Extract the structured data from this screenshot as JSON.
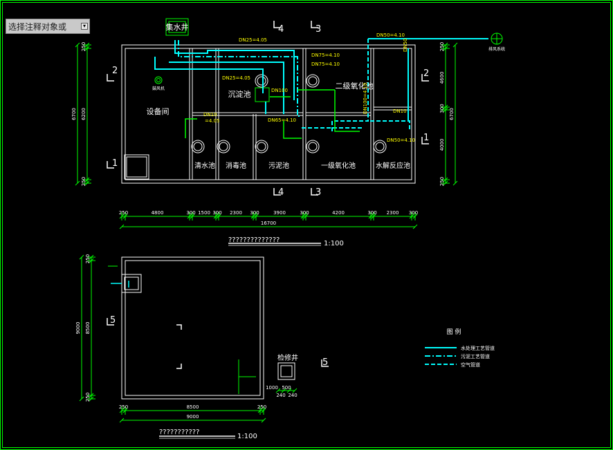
{
  "annotation_scale": {
    "label": "选择注释对象或",
    "dropdown_symbol": "▾"
  },
  "plan": {
    "well_top": "集水井",
    "rooms": {
      "equipment": "设备间",
      "sediment": "沉淀池",
      "secondary_oxidation": "二级氧化池",
      "clear_water": "清水池",
      "disinfection": "消毒池",
      "sludge": "污泥池",
      "primary_oxidation": "一级氧化池",
      "hydrolysis": "水解反应池"
    },
    "pipe_labels": {
      "dn25_top": "DN25=4.05",
      "dn50_top": "DN50=4.10",
      "dn75_a": "DN75=4.10",
      "dn75_b": "DN75=4.10",
      "dn25_mid": "DN25=4.05",
      "dn10_left": "DN10",
      "dn10_left_b": "=4.05",
      "dn65": "DN65=4.10",
      "dn100": "DN100=4.10",
      "dn50_right": "DN50=4.10",
      "dn10_right": "DN10",
      "dn50_top_right": "DN50",
      "dn100_vertical": "DN100"
    },
    "blower_label": "鼓风机",
    "right_circle_label": "排风系统",
    "dims_bottom": [
      "250",
      "4800",
      "300",
      "1500",
      "300",
      "2300",
      "300",
      "3900",
      "300",
      "4200",
      "300",
      "2300",
      "300"
    ],
    "dims_bottom_total": "16700",
    "dims_left": [
      "250",
      "6200",
      "250"
    ],
    "dims_left_total": "6700",
    "dims_right": [
      "250",
      "4600",
      "300",
      "4000",
      "250"
    ],
    "dims_right_total": "6700",
    "section_marks": {
      "n1": "1",
      "n2": "2",
      "n3": "3",
      "n4": "4",
      "n5": "5"
    },
    "title": "??????????????",
    "scale": "1:100"
  },
  "plan2": {
    "dims_left": [
      "250",
      "8500",
      "250"
    ],
    "dims_left_total": "9000",
    "dims_bottom": [
      "250",
      "8500",
      "250"
    ],
    "dims_bottom_total": "9000",
    "small_well_label": "检修井",
    "small_dims": [
      "1000",
      "240",
      "500",
      "240"
    ],
    "title": "???????????",
    "scale": "1:100"
  },
  "legend": {
    "title": "图 例",
    "items": [
      {
        "label": "水处理工艺管道",
        "color": "#00ffff",
        "dash": "none"
      },
      {
        "label": "污泥工艺管道",
        "color": "#00ffff",
        "dash": "8 3 2 3"
      },
      {
        "label": "空气管道",
        "color": "#00ffff",
        "dash": "6 3"
      }
    ]
  }
}
